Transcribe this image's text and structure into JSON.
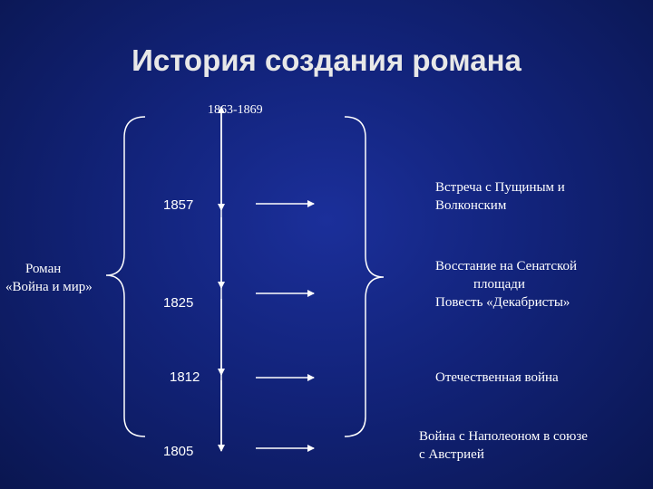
{
  "title": "История создания романа",
  "range": "1863-1869",
  "novel": {
    "line1": "Роман",
    "line2": "«Война и мир»"
  },
  "years": [
    "1857",
    "1825",
    "1812",
    "1805"
  ],
  "events": {
    "e1857": [
      "Встреча с Пущиным и",
      "Волконским"
    ],
    "e1825": [
      "Восстание на Сенатской",
      "площади",
      "Повесть «Декабристы»"
    ],
    "e1812": [
      "Отечественная война"
    ],
    "e1805": [
      "Война с Наполеоном в союзе",
      "с Австрией"
    ]
  }
}
